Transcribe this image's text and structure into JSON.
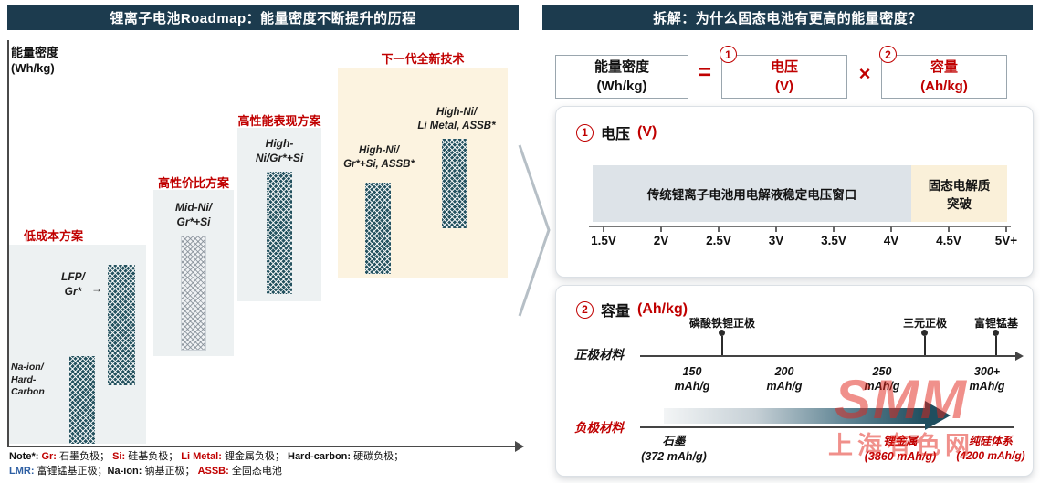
{
  "colors": {
    "header_bg": "#1c3b4e",
    "accent_red": "#c00000",
    "bar_teal": "#24525f",
    "tier_box_gray": "#edf1f2",
    "tier_box_cream": "#fcf3e0",
    "voltage_window_gray": "#dde3e8",
    "voltage_breakthrough_cream": "#faf0d9",
    "note_blue": "#2e5fa3",
    "watermark_red": "#e2231a"
  },
  "left": {
    "header": "锂离子电池Roadmap：能量密度不断提升的历程",
    "y_axis_label": "能量密度\n(Wh/kg)",
    "tiers": [
      {
        "label": "低成本方案",
        "items": [
          {
            "name": "LFP/\nGr*"
          },
          {
            "name": "Na-ion/\nHard-Carbon"
          }
        ]
      },
      {
        "label": "高性价比方案",
        "items": [
          {
            "name": "Mid-Ni/\nGr*+Si"
          }
        ]
      },
      {
        "label": "高性能表现方案",
        "items": [
          {
            "name": "High-\nNi/Gr*+Si"
          }
        ]
      },
      {
        "label": "下一代全新技术",
        "items": [
          {
            "name": "High-Ni/\nGr*+Si, ASSB*"
          },
          {
            "name": "High-Ni/\nLi Metal, ASSB*"
          }
        ]
      }
    ],
    "note": {
      "line1": [
        "Note*: ",
        "Gr: ",
        "石墨负极； ",
        "Si: ",
        "硅基负极； ",
        "Li Metal: ",
        "锂金属负极； ",
        "Hard-carbon: ",
        "硬碳负极；"
      ],
      "line2": [
        "LMR: ",
        "富锂锰基正极；",
        "Na-ion: ",
        "钠基正极； ",
        "ASSB: ",
        "全固态电池"
      ]
    }
  },
  "right": {
    "header": "拆解：为什么固态电池有更高的能量密度？",
    "formula": {
      "energy": "能量密度\n(Wh/kg)",
      "equals": "=",
      "badge1": "1",
      "voltage": "电压\n(V)",
      "times": "×",
      "badge2": "2",
      "capacity": "容量\n(Ah/kg)"
    },
    "voltage": {
      "badge": "1",
      "title": "电压",
      "unit": "(V)",
      "window": "传统锂离子电池用电解液稳定电压窗口",
      "breakthrough": "固态电解质\n突破",
      "ticks": [
        "1.5V",
        "2V",
        "2.5V",
        "3V",
        "3.5V",
        "4V",
        "4.5V",
        "5V+"
      ]
    },
    "capacity": {
      "badge": "2",
      "title": "容量",
      "unit": "(Ah/kg)",
      "cathode_label": "正极材料",
      "markers": [
        "磷酸铁锂正极",
        "三元正极",
        "富锂锰基"
      ],
      "scale": [
        "150\nmAh/g",
        "200\nmAh/g",
        "250\nmAh/g",
        "300+\nmAh/g"
      ],
      "anode_label": "负极材料",
      "anode_points": [
        {
          "name": "石墨",
          "value": "(372 mAh/g)"
        },
        {
          "name": "锂金属",
          "value": "(3860 mAh/g)"
        },
        {
          "name": "纯硅体系",
          "value": "(4200 mAh/g)"
        }
      ]
    },
    "watermark": {
      "line1": "SMM",
      "line2": "上海有色网"
    }
  }
}
